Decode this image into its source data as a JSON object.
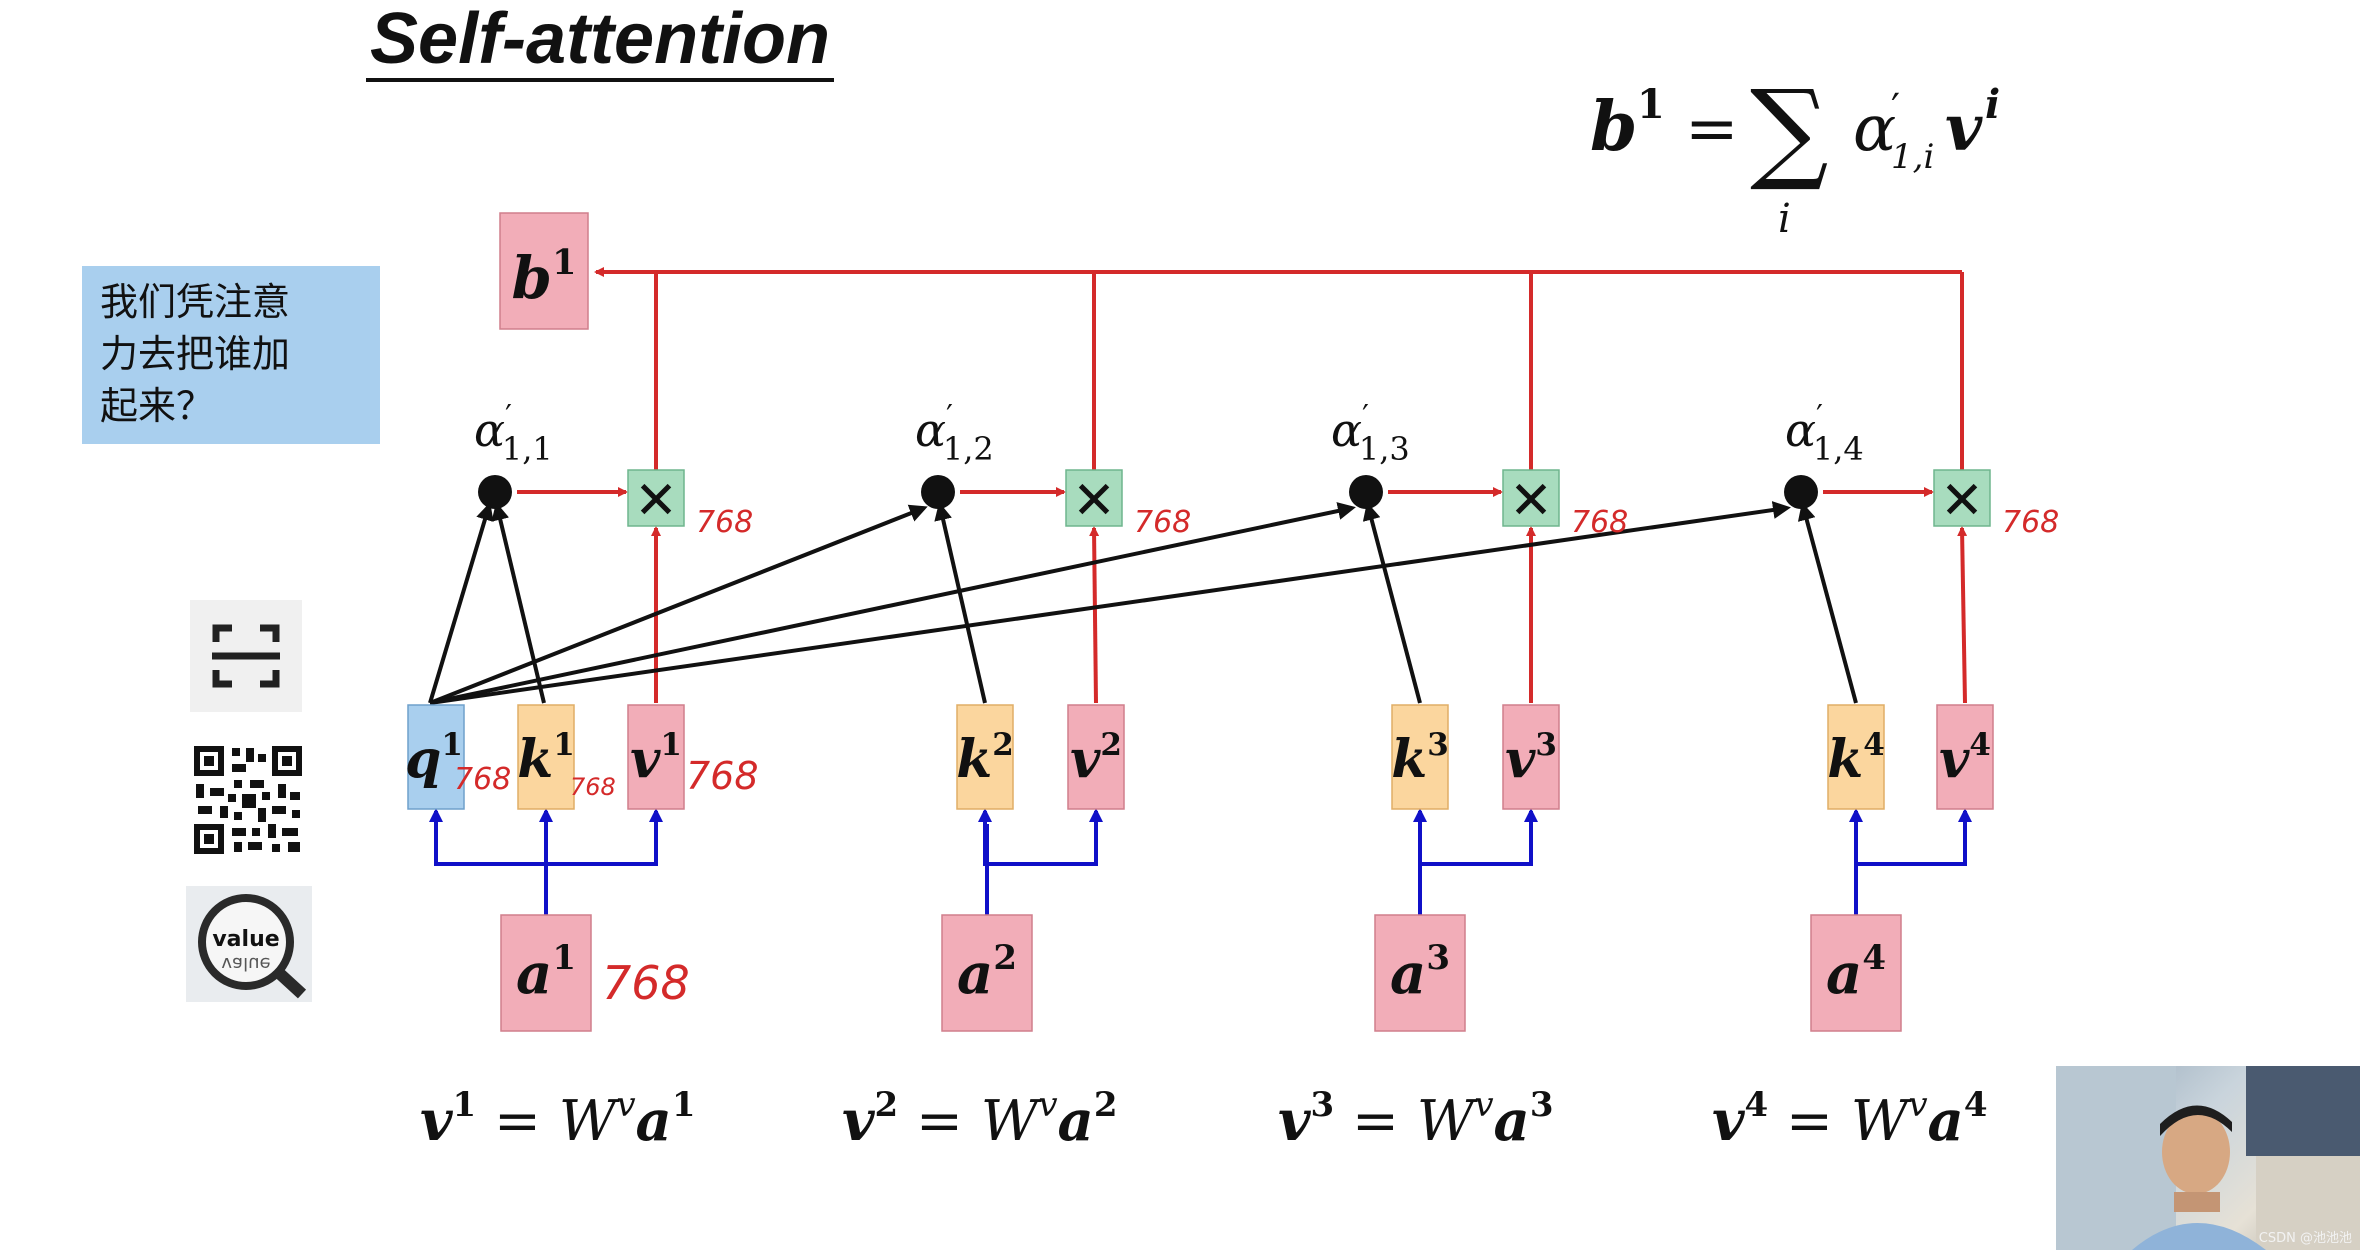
{
  "slide": {
    "title": "Self-attention",
    "note": "我们凭注意\n力去把谁加\n起来？"
  },
  "formula_top": {
    "lhs": "b",
    "lhs_sup": "1",
    "eq": "=",
    "sum": "∑",
    "sum_sub": "i",
    "alpha": "α",
    "prime": "′",
    "alpha_sub": "1,i",
    "v": "v",
    "v_sup": "i"
  },
  "output": {
    "label": "b",
    "sup": "1"
  },
  "columns": [
    {
      "alpha_sub": "1,1",
      "alpha": "α",
      "prime": "′",
      "mult": "✕",
      "mult_note": "768",
      "has_q": true,
      "q": "q",
      "q_sup": "1",
      "q_note": "768",
      "k": "k",
      "k_sup": "1",
      "k_note": "768",
      "v": "v",
      "v_sup": "1",
      "v_note": "768",
      "a": "a",
      "a_sup": "1",
      "a_note": "768",
      "eq": {
        "v": "v",
        "v_sup": "1",
        "eq": "=",
        "W": "W",
        "W_sup": "v",
        "a": "a",
        "a_sup": "1"
      }
    },
    {
      "alpha_sub": "1,2",
      "alpha": "α",
      "prime": "′",
      "mult": "✕",
      "mult_note": "768",
      "has_q": false,
      "k": "k",
      "k_sup": "2",
      "v": "v",
      "v_sup": "2",
      "a": "a",
      "a_sup": "2",
      "eq": {
        "v": "v",
        "v_sup": "2",
        "eq": "=",
        "W": "W",
        "W_sup": "v",
        "a": "a",
        "a_sup": "2"
      }
    },
    {
      "alpha_sub": "1,3",
      "alpha": "α",
      "prime": "′",
      "mult": "✕",
      "mult_note": "768",
      "has_q": false,
      "k": "k",
      "k_sup": "3",
      "v": "v",
      "v_sup": "3",
      "a": "a",
      "a_sup": "3",
      "eq": {
        "v": "v",
        "v_sup": "3",
        "eq": "=",
        "W": "W",
        "W_sup": "v",
        "a": "a",
        "a_sup": "3"
      }
    },
    {
      "alpha_sub": "1,4",
      "alpha": "α",
      "prime": "′",
      "mult": "✕",
      "mult_note": "768",
      "has_q": false,
      "k": "k",
      "k_sup": "4",
      "v": "v",
      "v_sup": "4",
      "a": "a",
      "a_sup": "4",
      "eq": {
        "v": "v",
        "v_sup": "4",
        "eq": "=",
        "W": "W",
        "W_sup": "v",
        "a": "a",
        "a_sup": "4"
      }
    }
  ],
  "side_icons": [
    {
      "name": "scan-icon"
    },
    {
      "name": "qr-code-icon"
    },
    {
      "name": "magnifier-value-icon",
      "label": "value"
    }
  ],
  "video": {
    "watermark": "CSDN @池池池"
  },
  "colors": {
    "pink": "#f2adb8",
    "pink_border": "#d07f8c",
    "orange": "#fbd69e",
    "orange_border": "#e0ad66",
    "blue_box": "#a9cfee",
    "blue_border": "#6fa0cc",
    "green": "#a8dcbe",
    "green_border": "#6fb58d",
    "red_arrow": "#d42a2a",
    "blue_arrow": "#1010c8",
    "black_arrow": "#111111",
    "handwriting": "#d42a2a"
  }
}
